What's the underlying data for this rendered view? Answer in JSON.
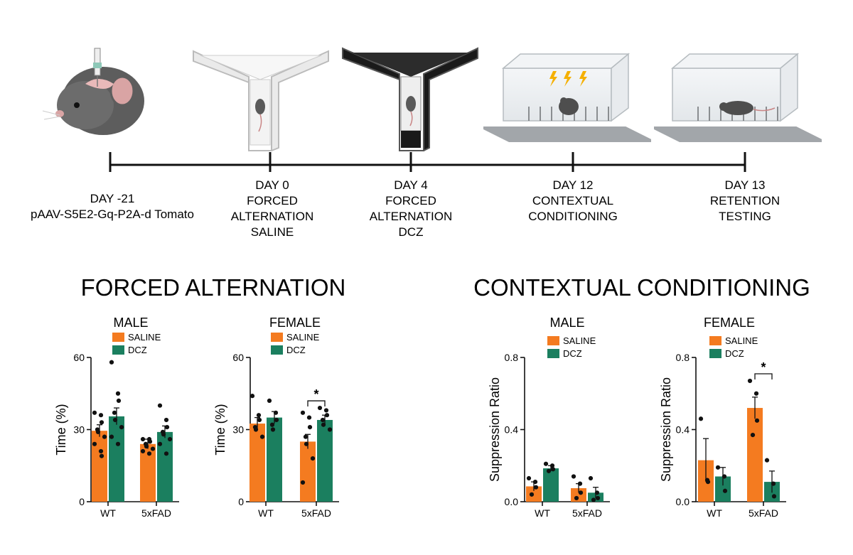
{
  "timeline": [
    {
      "lines": [
        "DAY -21",
        "pAAV-S5E2-Gq-P2A-d Tomato"
      ]
    },
    {
      "lines": [
        "DAY 0",
        "FORCED",
        "ALTERNATION",
        "SALINE"
      ]
    },
    {
      "lines": [
        "DAY 4",
        "FORCED",
        "ALTERNATION",
        "DCZ"
      ]
    },
    {
      "lines": [
        "DAY 12",
        "CONTEXTUAL",
        "CONDITIONING"
      ]
    },
    {
      "lines": [
        "DAY 13",
        "RETENTION",
        "TESTING"
      ]
    }
  ],
  "section_titles": {
    "forced_alternation": "FORCED ALTERNATION",
    "contextual_conditioning": "CONTEXTUAL CONDITIONING"
  },
  "colors": {
    "saline": "#f47b20",
    "dcz": "#1b7f5f",
    "axis": "#111111"
  },
  "chart_data": [
    {
      "type": "bar",
      "title": "MALE",
      "ylabel": "Time (%)",
      "categories": [
        "WT",
        "5xFAD"
      ],
      "ylim": [
        0,
        60
      ],
      "yticks": [
        0,
        30,
        60
      ],
      "ytick_labels": [
        "0",
        "30",
        "60"
      ],
      "legend": [
        "SALINE",
        "DCZ"
      ],
      "series": [
        {
          "name": "SALINE",
          "values": [
            29.5,
            24
          ],
          "errors": [
            2.5,
            2
          ],
          "points": [
            [
              37,
              36,
              33,
              30,
              29,
              27,
              24,
              21,
              19
            ],
            [
              26,
              26,
              25,
              24,
              23,
              22,
              21,
              20
            ]
          ]
        },
        {
          "name": "DCZ",
          "values": [
            35.5,
            29
          ],
          "errors": [
            3.5,
            2.5
          ],
          "points": [
            [
              58,
              45,
              42,
              37,
              34,
              31,
              27,
              24
            ],
            [
              40,
              34,
              31,
              29,
              28,
              26,
              24,
              20
            ]
          ]
        }
      ],
      "significance": []
    },
    {
      "type": "bar",
      "title": "FEMALE",
      "ylabel": "Time (%)",
      "categories": [
        "WT",
        "5xFAD"
      ],
      "ylim": [
        0,
        60
      ],
      "yticks": [
        0,
        30,
        60
      ],
      "ytick_labels": [
        "0",
        "30",
        "60"
      ],
      "legend": [
        "SALINE",
        "DCZ"
      ],
      "series": [
        {
          "name": "SALINE",
          "values": [
            32.5,
            25
          ],
          "errors": [
            2.5,
            3
          ],
          "points": [
            [
              44,
              36,
              34,
              31,
              30,
              27
            ],
            [
              37,
              35,
              31,
              27,
              24,
              18,
              8
            ]
          ]
        },
        {
          "name": "DCZ",
          "values": [
            35,
            34
          ],
          "errors": [
            2.5,
            2
          ],
          "points": [
            [
              42,
              37,
              34,
              32,
              30
            ],
            [
              39,
              38,
              36,
              34,
              32,
              30
            ]
          ]
        }
      ],
      "significance": [
        {
          "category": "5xFAD",
          "label": "*"
        }
      ]
    },
    {
      "type": "bar",
      "title": "MALE",
      "ylabel": "Suppression Ratio",
      "categories": [
        "WT",
        "5xFAD"
      ],
      "ylim": [
        0,
        0.8
      ],
      "yticks": [
        0,
        0.4,
        0.8
      ],
      "ytick_labels": [
        "0.0",
        "0.4",
        "0.8"
      ],
      "legend": [
        "SALINE",
        "DCZ"
      ],
      "series": [
        {
          "name": "SALINE",
          "values": [
            0.085,
            0.075
          ],
          "errors": [
            0.025,
            0.025
          ],
          "points": [
            [
              0.13,
              0.11,
              0.08,
              0.04
            ],
            [
              0.14,
              0.1,
              0.05,
              0.02
            ]
          ]
        },
        {
          "name": "DCZ",
          "values": [
            0.185,
            0.05
          ],
          "errors": [
            0.015,
            0.03
          ],
          "points": [
            [
              0.21,
              0.2,
              0.18,
              0.17
            ],
            [
              0.13,
              0.05,
              0.02,
              0.01
            ]
          ]
        }
      ],
      "significance": []
    },
    {
      "type": "bar",
      "title": "FEMALE",
      "ylabel": "Suppression Ratio",
      "categories": [
        "WT",
        "5xFAD"
      ],
      "ylim": [
        0,
        0.8
      ],
      "yticks": [
        0,
        0.4,
        0.8
      ],
      "ytick_labels": [
        "0.0",
        "0.4",
        "0.8"
      ],
      "legend": [
        "SALINE",
        "DCZ"
      ],
      "series": [
        {
          "name": "SALINE",
          "values": [
            0.23,
            0.52
          ],
          "errors": [
            0.12,
            0.06
          ],
          "points": [
            [
              0.46,
              0.12,
              0.11
            ],
            [
              0.67,
              0.6,
              0.45,
              0.37
            ]
          ]
        },
        {
          "name": "DCZ",
          "values": [
            0.14,
            0.11
          ],
          "errors": [
            0.05,
            0.06
          ],
          "points": [
            [
              0.19,
              0.14,
              0.06
            ],
            [
              0.23,
              0.1,
              0.03
            ]
          ]
        }
      ],
      "significance": [
        {
          "category": "5xFAD",
          "label": "*"
        }
      ]
    }
  ]
}
